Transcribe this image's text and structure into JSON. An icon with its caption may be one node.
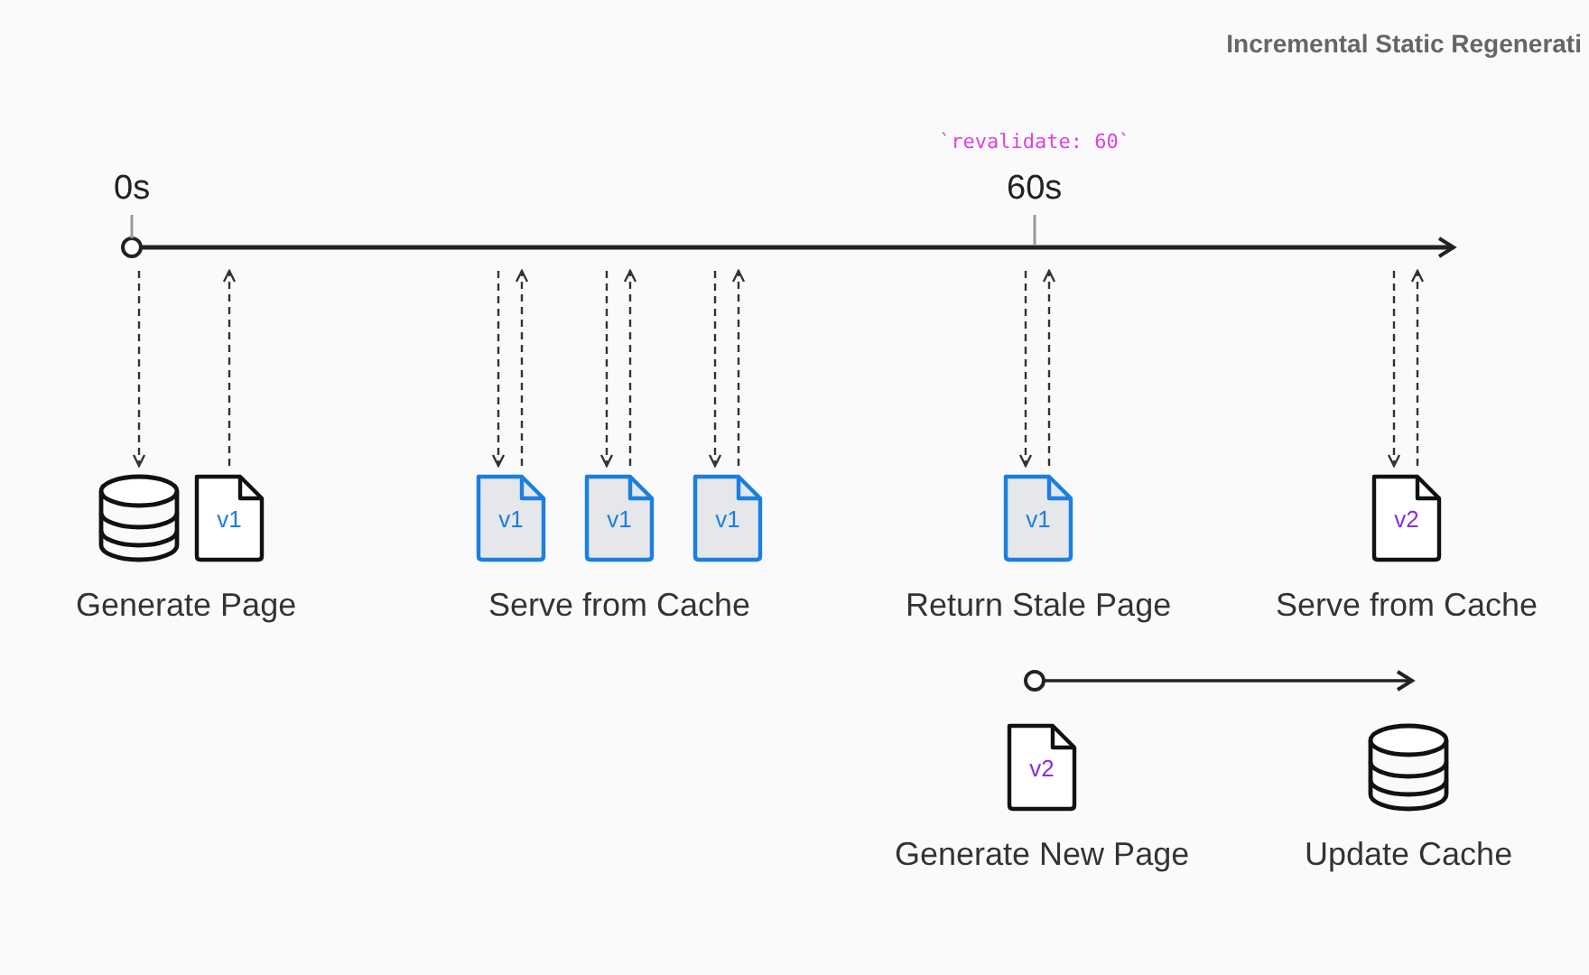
{
  "diagram": {
    "title": "Incremental Static Regenerati",
    "nodes": [
      {
        "text": [],
        "shape": "cylinder"
      },
      {
        "text": [
          "v1"
        ]
      },
      {
        "text": [
          "v1"
        ]
      },
      {
        "text": [
          "v1"
        ]
      },
      {
        "text": [
          "v1"
        ]
      },
      {
        "text": [
          "v1"
        ],
        "beside": [
          "Return Stale Page"
        ]
      },
      {
        "text": [
          "v2"
        ],
        "beside": [
          "Serve from Cache"
        ]
      },
      {
        "text": [
          "v2"
        ],
        "beside": [
          "Generate New Page"
        ]
      },
      {
        "text": [],
        "shape": "cylinder",
        "beside": [
          "Update Cache"
        ]
      }
    ],
    "edges": [
      {
        "from": null,
        "to": 0,
        "arrow": "to",
        "style": "dashed"
      },
      {
        "from": 1,
        "to": null,
        "arrow": "to",
        "style": "dashed"
      },
      {
        "from": null,
        "to": 2,
        "arrow": "to",
        "style": "dashed"
      },
      {
        "from": 2,
        "to": null,
        "arrow": "to",
        "style": "dashed"
      },
      {
        "from": null,
        "to": 3,
        "arrow": "to",
        "style": "dashed"
      },
      {
        "from": 3,
        "to": null,
        "arrow": "to",
        "style": "dashed"
      },
      {
        "from": null,
        "to": 4,
        "arrow": "to",
        "style": "dashed"
      },
      {
        "from": 4,
        "to": null,
        "arrow": "to",
        "style": "dashed"
      },
      {
        "from": null,
        "to": 5,
        "arrow": "to",
        "style": "dashed"
      },
      {
        "from": 5,
        "to": null,
        "arrow": "to",
        "style": "dashed"
      },
      {
        "from": null,
        "to": 6,
        "arrow": "to",
        "style": "dashed"
      },
      {
        "from": 6,
        "to": null,
        "arrow": "to",
        "style": "dashed"
      }
    ],
    "labels": [
      "`revalidate: 60`",
      "0s",
      "60s",
      "Generate Page",
      "Serve from Cache"
    ]
  }
}
